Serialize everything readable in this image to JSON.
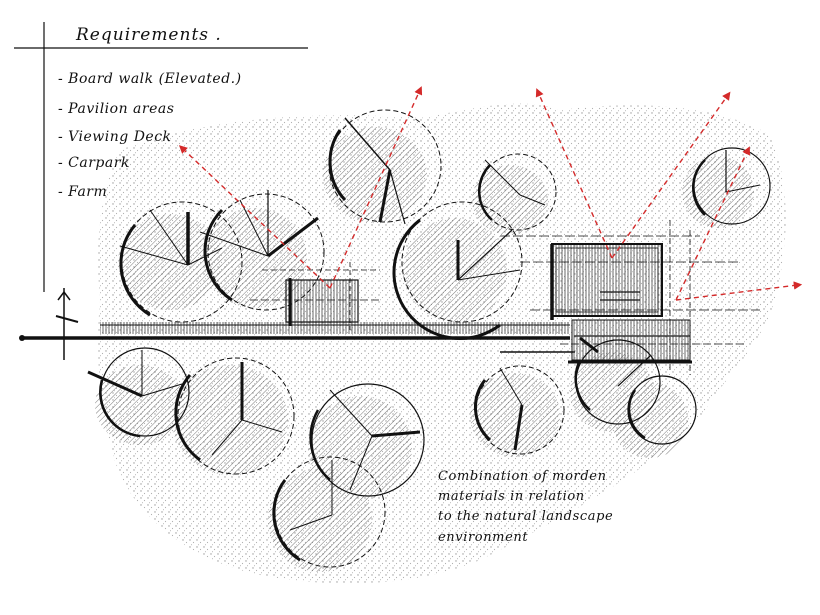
{
  "title": "Requirements .",
  "requirements": [
    "- Board walk (Elevated.)",
    "- Pavilion areas",
    "- Viewing Deck",
    "- Carpark",
    "- Farm"
  ],
  "annotation_lines": [
    "Combination of morden",
    "materials in relation",
    "to the natural landscape",
    "environment"
  ],
  "colors": {
    "ink": "#111111",
    "stipple": "#bdbdbd",
    "view_arrows": "#d42a2a"
  },
  "icons": [
    "tree-symbol-icon",
    "view-arrow-icon",
    "north-marker-icon"
  ]
}
